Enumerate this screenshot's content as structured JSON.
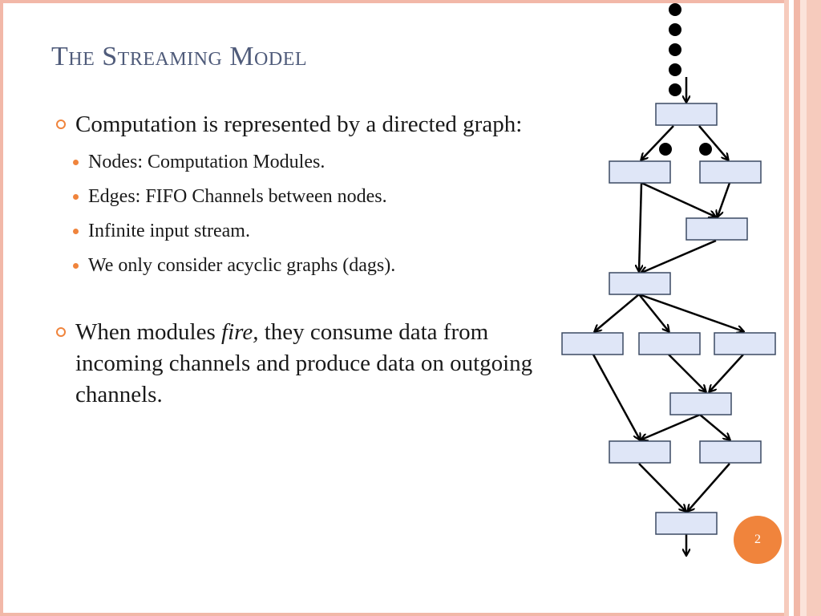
{
  "title": "The Streaming Model",
  "bullets": [
    {
      "text": "Computation is represented by a directed graph:",
      "children": [
        "Nodes: Computation Modules.",
        "Edges: FIFO Channels between nodes.",
        "Infinite input stream.",
        "We only consider acyclic graphs (dags)."
      ]
    },
    {
      "text_before": "When modules ",
      "text_emph": "fire,",
      "text_after": " they consume data from incoming channels and produce data on outgoing channels."
    }
  ],
  "page_number": "2",
  "colors": {
    "title": "#4f5b7a",
    "accent": "#f0843c",
    "node_fill": "#dfe6f7",
    "node_stroke": "#3c4a63",
    "frame": "#f2b8a8"
  }
}
